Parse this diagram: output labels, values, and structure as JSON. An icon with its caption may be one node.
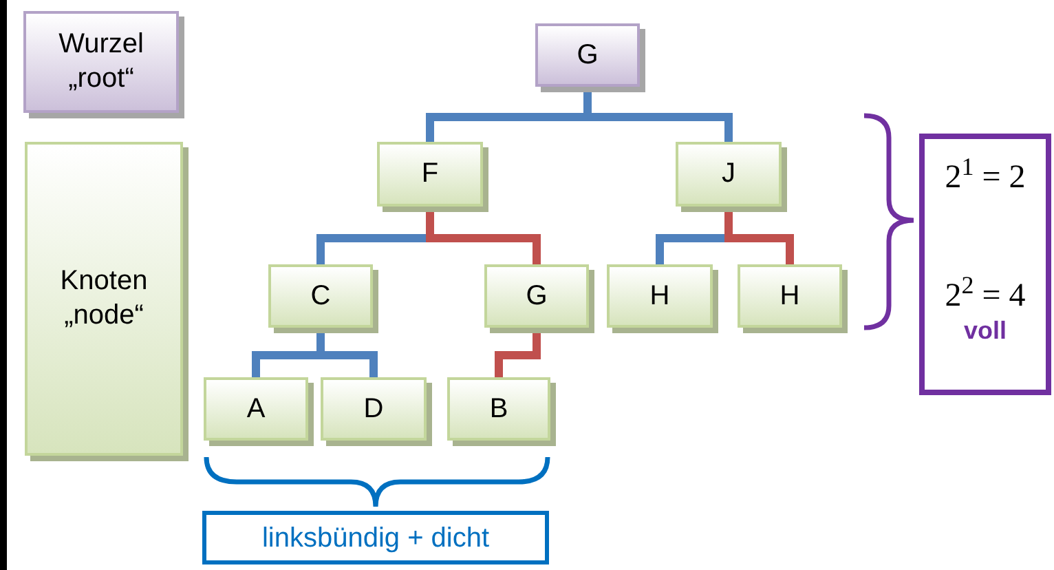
{
  "diagram": {
    "nodes": [
      {
        "text": [
          "Wurzel „root“"
        ]
      },
      {
        "text": [
          "Knoten „node“"
        ]
      },
      {
        "text": [
          "G"
        ]
      },
      {
        "text": [
          "F"
        ]
      },
      {
        "text": [
          "J"
        ]
      },
      {
        "text": [
          "C"
        ]
      },
      {
        "text": [
          "G"
        ]
      },
      {
        "text": [
          "H"
        ]
      },
      {
        "text": [
          "H"
        ]
      },
      {
        "text": [
          "A"
        ]
      },
      {
        "text": [
          "D"
        ]
      },
      {
        "text": [
          "B"
        ]
      },
      {
        "text": [
          "2$^{1}$ = 2",
          "2$^{2}$ = 4",
          "voll"
        ]
      },
      {
        "text": [
          "linksbündig + dicht"
        ]
      }
    ],
    "edges": [
      {
        "from": 2,
        "to": 3,
        "arrow": "none"
      },
      {
        "from": 2,
        "to": 4,
        "arrow": "none"
      },
      {
        "from": 3,
        "to": 5,
        "arrow": "none"
      },
      {
        "from": 3,
        "to": 6,
        "arrow": "none",
        "color": "#c0504d"
      },
      {
        "from": 4,
        "to": 7,
        "arrow": "none"
      },
      {
        "from": 4,
        "to": 8,
        "arrow": "none",
        "color": "#c0504d"
      },
      {
        "from": 5,
        "to": 9,
        "arrow": "none"
      },
      {
        "from": 5,
        "to": 10,
        "arrow": "none"
      },
      {
        "from": 6,
        "to": 11,
        "arrow": "none",
        "color": "#c0504d"
      }
    ]
  }
}
